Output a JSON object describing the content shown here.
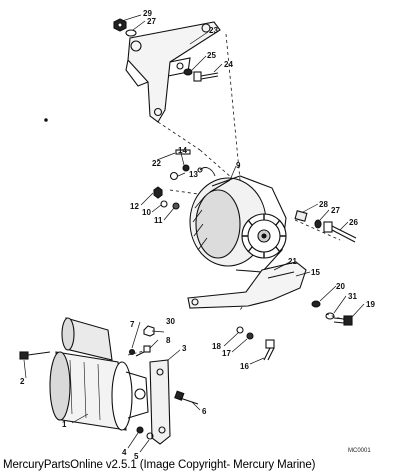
{
  "diagram": {
    "callouts": [
      "1",
      "2",
      "3",
      "4",
      "5",
      "6",
      "7",
      "8",
      "9",
      "10",
      "11",
      "12",
      "13",
      "14",
      "15",
      "16",
      "17",
      "18",
      "19",
      "20",
      "21",
      "22",
      "23",
      "24",
      "25",
      "26",
      "27",
      "28",
      "29",
      "30",
      "31"
    ],
    "drawing_code": "MC0001"
  },
  "caption": "MercuryPartsOnline v2.5.1 (Image Copyright- Mercury Marine)"
}
